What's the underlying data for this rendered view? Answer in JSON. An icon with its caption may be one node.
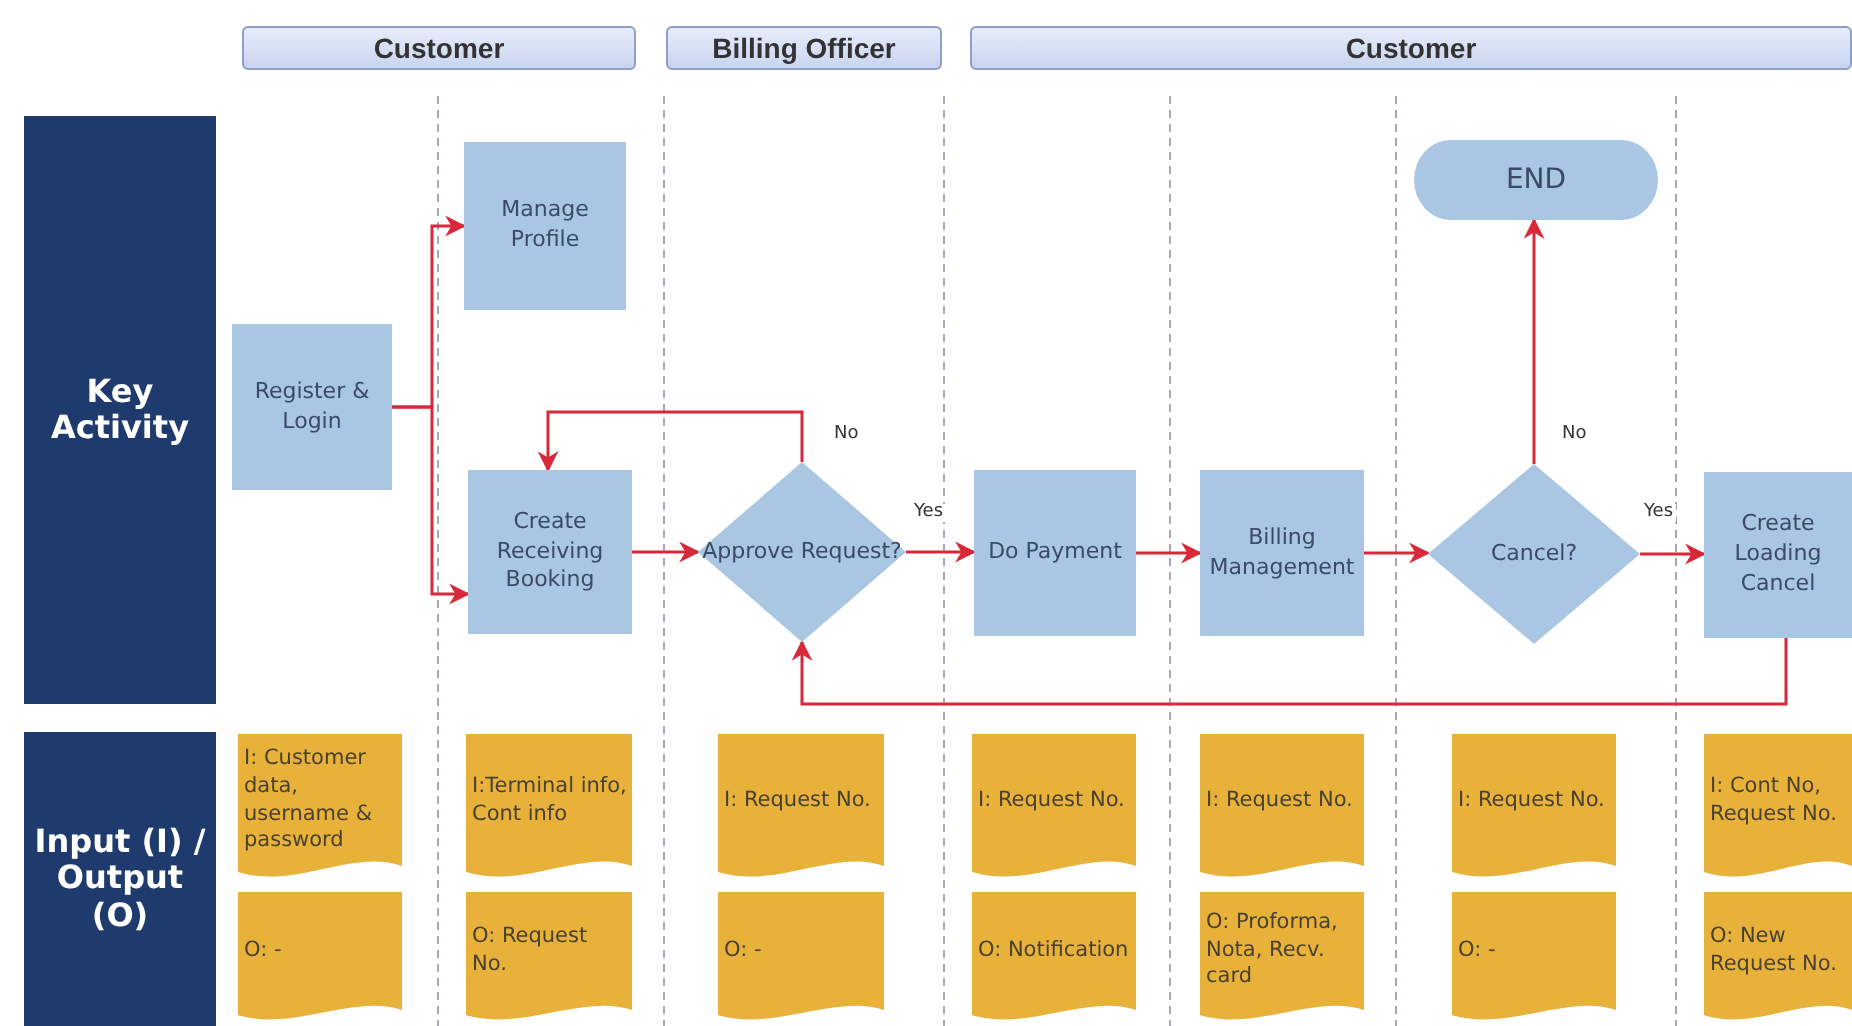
{
  "diagram": {
    "nodes": [
      {
        "text": [
          "Customer"
        ]
      },
      {
        "text": [
          "Billing Officer"
        ]
      },
      {
        "text": [
          "Customer"
        ]
      },
      {
        "text": [
          "Key Activity"
        ]
      },
      {
        "text": [
          "Input (I) / Output (O)"
        ]
      },
      {
        "text": [
          "Register & Login"
        ]
      },
      {
        "text": [
          "Manage Profile"
        ]
      },
      {
        "text": [
          "Create Receiving Booking"
        ]
      },
      {
        "text": [
          "Approve Request?"
        ]
      },
      {
        "text": [
          "Do Payment"
        ]
      },
      {
        "text": [
          "Billing Management"
        ]
      },
      {
        "text": [
          "Cancel?"
        ]
      },
      {
        "text": [
          "END"
        ]
      },
      {
        "text": [
          "Create Loading Cancel"
        ]
      },
      {
        "text": [
          "I: Customer data, username & password"
        ]
      },
      {
        "text": [
          "O: -"
        ]
      },
      {
        "text": [
          "I:Terminal info, Cont info"
        ]
      },
      {
        "text": [
          "O: Request No."
        ]
      },
      {
        "text": [
          "I: Request No."
        ]
      },
      {
        "text": [
          "O: -"
        ]
      },
      {
        "text": [
          "I: Request No."
        ]
      },
      {
        "text": [
          "O: Notification"
        ]
      },
      {
        "text": [
          "I: Request No."
        ]
      },
      {
        "text": [
          "O: Proforma, Nota, Recv. card"
        ]
      },
      {
        "text": [
          "I: Request No."
        ]
      },
      {
        "text": [
          "O: -"
        ]
      },
      {
        "text": [
          "I: Cont No, Request No."
        ]
      },
      {
        "text": [
          "O: New Request No."
        ]
      }
    ],
    "edges": [
      {
        "from": 5,
        "to": 6,
        "arrow": "to"
      },
      {
        "from": 5,
        "to": 7,
        "arrow": "to"
      },
      {
        "from": 7,
        "to": 8,
        "arrow": "to"
      },
      {
        "from": 8,
        "to": 7,
        "arrow": "to",
        "label": "No"
      },
      {
        "from": 8,
        "to": 9,
        "arrow": "to",
        "label": "Yes"
      },
      {
        "from": 9,
        "to": 10,
        "arrow": "to"
      },
      {
        "from": 10,
        "to": 11,
        "arrow": "to"
      },
      {
        "from": 11,
        "to": 12,
        "arrow": "to",
        "label": "No"
      },
      {
        "from": 11,
        "to": 13,
        "arrow": "to",
        "label": "Yes"
      },
      {
        "from": 13,
        "to": 8,
        "arrow": "to"
      }
    ]
  }
}
